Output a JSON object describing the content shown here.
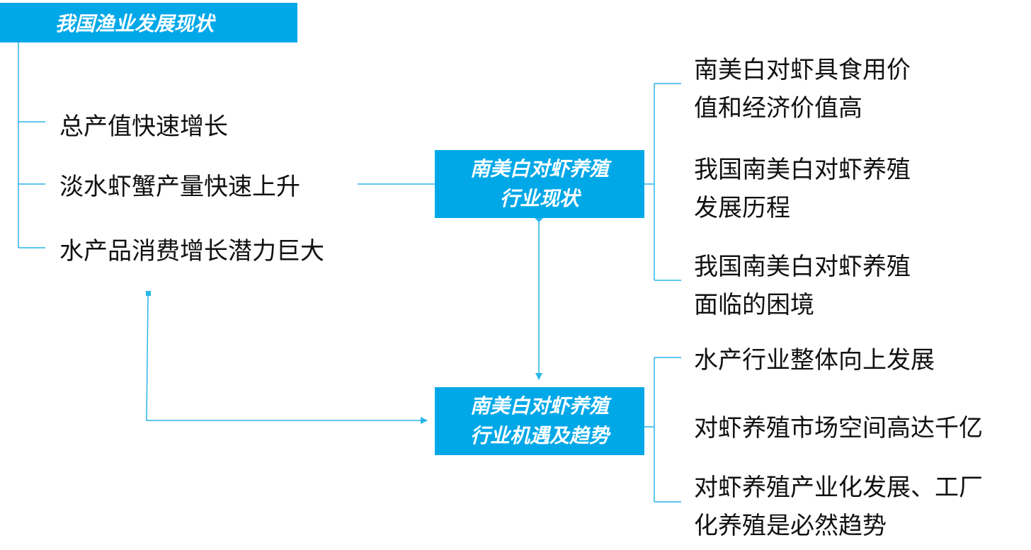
{
  "title": "我国渔业发展现状",
  "left_items": [
    "总产值快速增长",
    "淡水虾蟹产量快速上升",
    "水产品消费增长潜力巨大"
  ],
  "center_nodes": [
    "南美白对虾养殖\n行业现状",
    "南美白对虾养殖\n行业机遇及趋势"
  ],
  "right_top_items": [
    "南美白对虾具食用价\n值和经济价值高",
    "我国南美白对虾养殖\n发展历程",
    "我国南美白对虾养殖\n面临的困境"
  ],
  "right_bottom_items": [
    "水产行业整体向上发展",
    "对虾养殖市场空间高达千亿",
    "对虾养殖产业化发展、工厂\n化养殖是必然趋势"
  ],
  "colors": {
    "accent": "#00a8e8",
    "line": "#29b6e8",
    "text": "#111111",
    "box_text": "#ffffff"
  }
}
